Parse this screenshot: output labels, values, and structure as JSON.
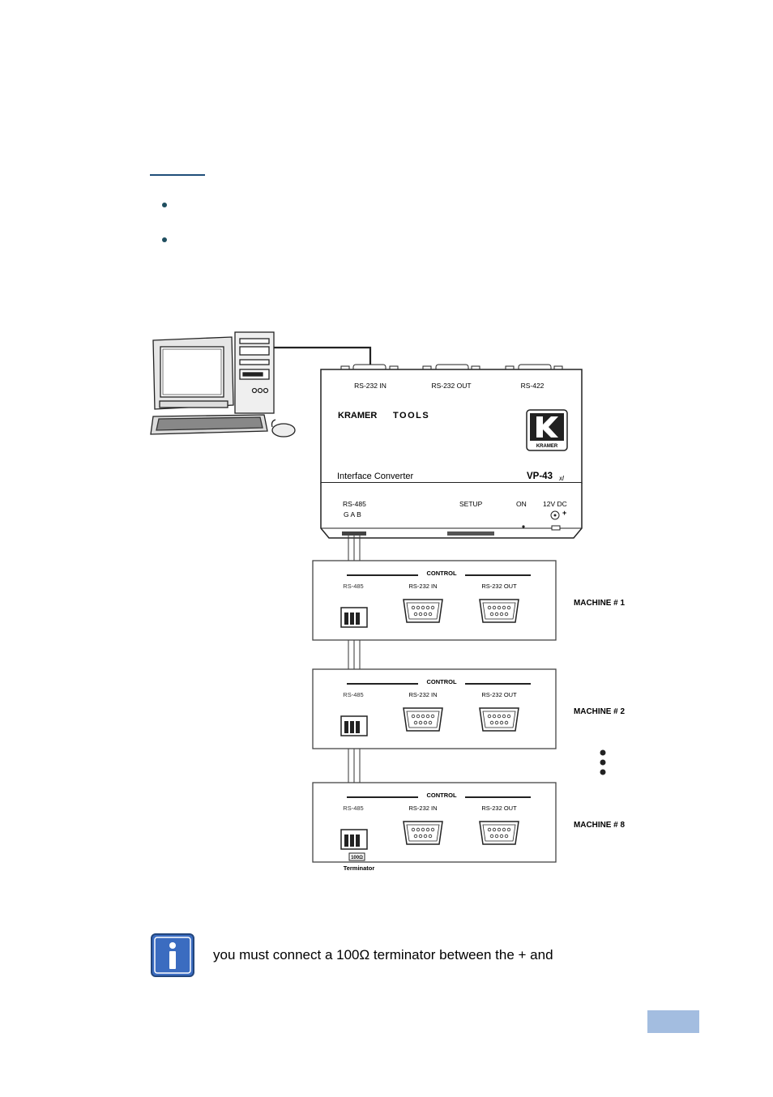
{
  "device": {
    "ports_top": [
      "RS-232 IN",
      "RS-232 OUT",
      "RS-422"
    ],
    "brand_left": "KRAMER",
    "brand_right": "TOOLS",
    "logo_text": "KRAMER",
    "product_name": "Interface Converter",
    "model": "VP-43",
    "model_suffix": "xl",
    "rs485_label": "RS-485",
    "rs485_pins": "G  A  B",
    "setup_label": "SETUP",
    "on_label": "ON",
    "power_label": "12V DC"
  },
  "machines": [
    {
      "label": "MACHINE # 1",
      "control": "CONTROL",
      "rs485": "RS-485",
      "in": "RS-232 IN",
      "out": "RS-232 OUT"
    },
    {
      "label": "MACHINE # 2",
      "control": "CONTROL",
      "rs485": "RS-485",
      "in": "RS-232 IN",
      "out": "RS-232 OUT"
    },
    {
      "label": "MACHINE # 8",
      "control": "CONTROL",
      "rs485": "RS-485",
      "in": "RS-232 IN",
      "out": "RS-232 OUT"
    }
  ],
  "terminator": {
    "value": "100Ω",
    "label": "Terminator"
  },
  "note": {
    "text": "you must connect a 100Ω terminator between the + and"
  },
  "icons": {
    "info": "info-icon",
    "computer": "computer-icon",
    "logo": "kramer-logo"
  }
}
